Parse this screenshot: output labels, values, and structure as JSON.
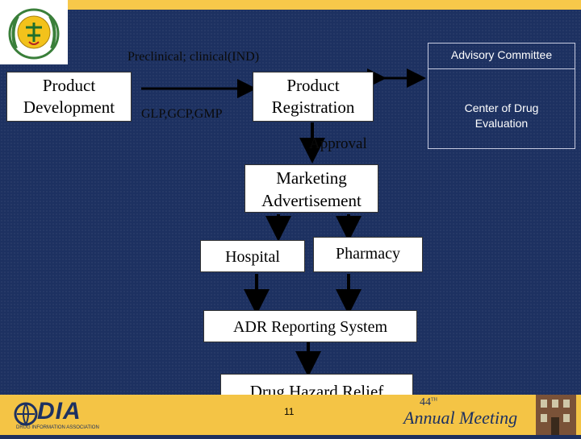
{
  "nodes": {
    "product_development": [
      "Product",
      "Development"
    ],
    "product_registration": [
      "Product",
      "Registration"
    ],
    "marketing": [
      "Marketing",
      "Advertisement"
    ],
    "hospital": "Hospital",
    "pharmacy": "Pharmacy",
    "adr": "ADR Reporting System",
    "drug_hazard": "Drug Hazard Relief"
  },
  "labels": {
    "preclinical": "Preclinical; clinical(IND)",
    "glp": "GLP,GCP,GMP",
    "approval": "Approval"
  },
  "advisory": {
    "committee": "Advisory Committee",
    "center": [
      "Center of Drug",
      "Evaluation"
    ]
  },
  "footer": {
    "page_number": "11",
    "logo_text": "DIA",
    "logo_subtitle": "DRUG INFORMATION ASSOCIATION",
    "meeting_number": "44",
    "meeting_suffix": "TH",
    "meeting_label": "Annual Meeting"
  },
  "colors": {
    "background": "#1d3161",
    "accent": "#f7c84a",
    "box": "#ffffff"
  }
}
